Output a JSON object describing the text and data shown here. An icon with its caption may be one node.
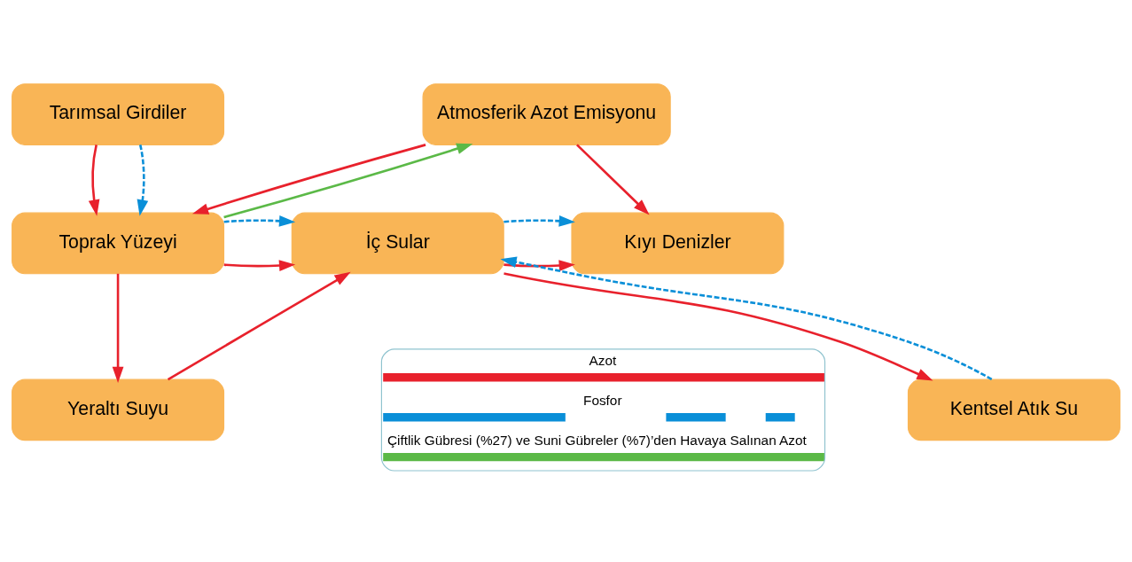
{
  "diagram": {
    "nodes": [
      {
        "text": [
          "Atmosferik Azot Emisyonu"
        ]
      },
      {
        "text": [
          "Tarımsal Girdiler"
        ]
      },
      {
        "text": [
          "Kıyı Denizler"
        ]
      },
      {
        "text": [
          "İç Sular"
        ]
      },
      {
        "text": [
          "Toprak Yüzeyi"
        ]
      },
      {
        "text": [
          "Kentsel Atık Su"
        ]
      },
      {
        "text": [
          "Yeraltı Suyu"
        ]
      }
    ],
    "edges": [
      {
        "from": 0,
        "to": 2,
        "arrow": "to"
      },
      {
        "from": 0,
        "to": 4,
        "arrow": "to"
      },
      {
        "from": 1,
        "to": 4,
        "arrow": "to"
      },
      {
        "from": 1,
        "to": 4,
        "arrow": "to",
        "style": "dashed",
        "color": "#0a8fd8"
      },
      {
        "from": 4,
        "to": 0,
        "arrow": "to",
        "color": "#5bb947"
      },
      {
        "from": 3,
        "to": 2,
        "arrow": "to"
      },
      {
        "from": 3,
        "to": 2,
        "arrow": "to",
        "style": "dashed",
        "color": "#0a8fd8"
      },
      {
        "from": 4,
        "to": 3,
        "arrow": "to"
      },
      {
        "from": 4,
        "to": 3,
        "arrow": "to",
        "style": "dashed",
        "color": "#0a8fd8"
      },
      {
        "from": 3,
        "to": 5,
        "arrow": "to"
      },
      {
        "from": 5,
        "to": 3,
        "arrow": "to",
        "style": "dashed",
        "color": "#0a8fd8"
      },
      {
        "from": 6,
        "to": 3,
        "arrow": "to"
      },
      {
        "from": 4,
        "to": 6,
        "arrow": "to"
      }
    ],
    "legend": [
      {
        "text": "Azot"
      },
      {
        "text": "Fosfor"
      },
      {
        "text": "Çiftlik Gübresi (%27) ve Suni Gübreler (%7)’den Havaya Salınan Azot"
      }
    ]
  }
}
